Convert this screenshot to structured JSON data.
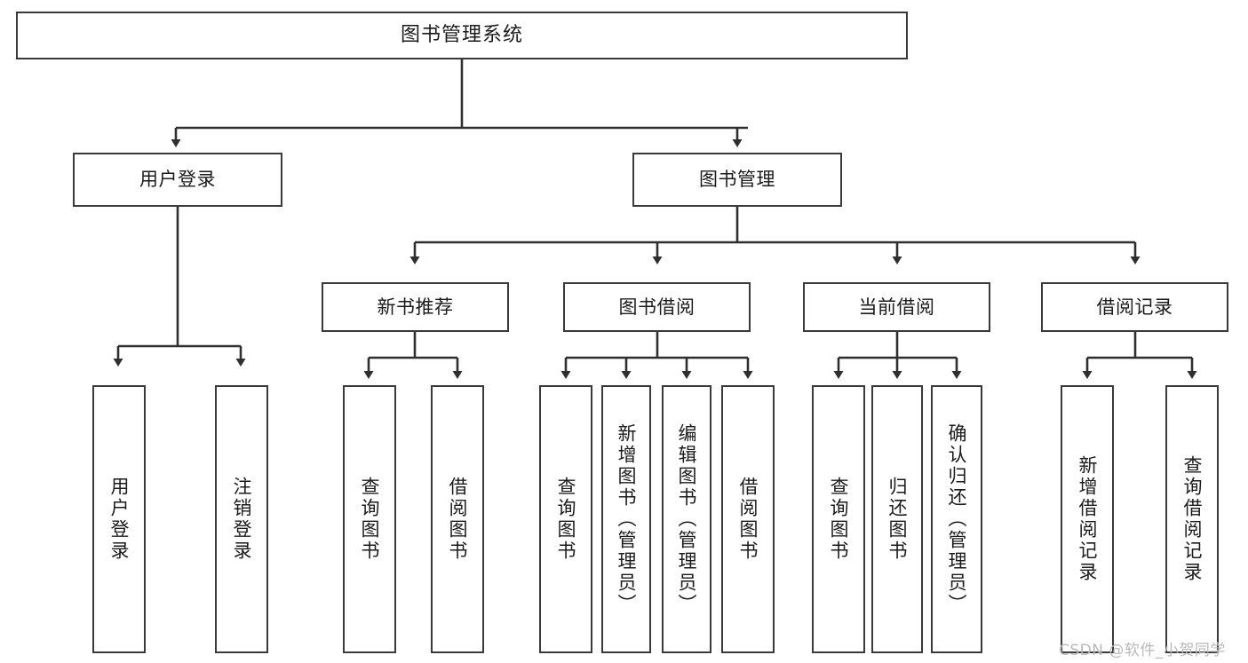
{
  "diagram": {
    "title": "图书管理系统",
    "type": "tree-hierarchy",
    "orientation": "top-down",
    "colors": {
      "box_border": "#3a3a3a",
      "box_fill": "#ffffff",
      "edge": "#2f2f2f",
      "text": "#1b1b1b",
      "watermark": "#b9b9b9",
      "background": "#ffffff"
    }
  },
  "nodes": {
    "root": {
      "label": "图书管理系统"
    },
    "level2": [
      {
        "id": "user-login",
        "label": "用户登录"
      },
      {
        "id": "book-manage",
        "label": "图书管理"
      }
    ],
    "level3": [
      {
        "id": "new-book-recommend",
        "label": "新书推荐"
      },
      {
        "id": "book-borrow",
        "label": "图书借阅"
      },
      {
        "id": "current-borrow",
        "label": "当前借阅"
      },
      {
        "id": "borrow-record",
        "label": "借阅记录"
      }
    ],
    "leaves": {
      "user_login": [
        {
          "id": "leaf-user-login",
          "label": "用户登录"
        },
        {
          "id": "leaf-logout-login",
          "label": "注销登录"
        }
      ],
      "new_book_recommend": [
        {
          "id": "leaf-query-book-1",
          "label": "查询图书"
        },
        {
          "id": "leaf-borrow-book-1",
          "label": "借阅图书"
        }
      ],
      "book_borrow": [
        {
          "id": "leaf-query-book-2",
          "label": "查询图书"
        },
        {
          "id": "leaf-add-book",
          "label": "新增图书（管理员）"
        },
        {
          "id": "leaf-edit-book",
          "label": "编辑图书（管理员）"
        },
        {
          "id": "leaf-borrow-book-2",
          "label": "借阅图书"
        }
      ],
      "current_borrow": [
        {
          "id": "leaf-query-book-3",
          "label": "查询图书"
        },
        {
          "id": "leaf-return-book",
          "label": "归还图书"
        },
        {
          "id": "leaf-confirm-return",
          "label": "确认归还（管理员）"
        }
      ],
      "borrow_record": [
        {
          "id": "leaf-add-record",
          "label": "新增借阅记录"
        },
        {
          "id": "leaf-query-record",
          "label": "查询借阅记录"
        }
      ]
    }
  },
  "watermark": {
    "text": "CSDN @软件_小贺同学"
  }
}
